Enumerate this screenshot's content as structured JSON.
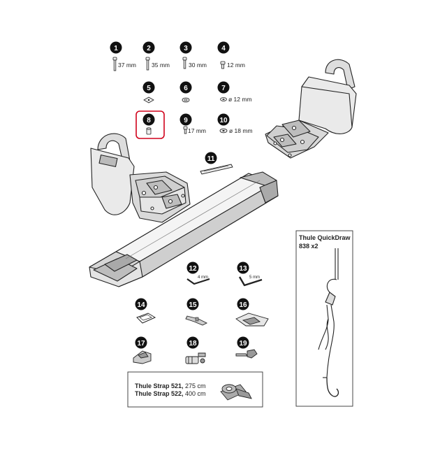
{
  "parts": {
    "p1": {
      "num": "1",
      "label": "37 mm"
    },
    "p2": {
      "num": "2",
      "label": "35 mm"
    },
    "p3": {
      "num": "3",
      "label": "30 mm"
    },
    "p4": {
      "num": "4",
      "label": "12 mm"
    },
    "p5": {
      "num": "5",
      "label": ""
    },
    "p6": {
      "num": "6",
      "label": ""
    },
    "p7": {
      "num": "7",
      "label": "ø 12 mm"
    },
    "p8": {
      "num": "8",
      "label": ""
    },
    "p9": {
      "num": "9",
      "label": "17 mm"
    },
    "p10": {
      "num": "10",
      "label": "ø 18 mm"
    },
    "p11": {
      "num": "11",
      "label": ""
    },
    "p12": {
      "num": "12",
      "label": "4 mm"
    },
    "p13": {
      "num": "13",
      "label": "5 mm"
    },
    "p14": {
      "num": "14",
      "label": ""
    },
    "p15": {
      "num": "15",
      "label": ""
    },
    "p16": {
      "num": "16",
      "label": ""
    },
    "p17": {
      "num": "17",
      "label": ""
    },
    "p18": {
      "num": "18",
      "label": ""
    },
    "p19": {
      "num": "19",
      "label": ""
    }
  },
  "strap_box": {
    "line1_name": "Thule Strap 521,",
    "line1_len": " 275 cm",
    "line2_name": "Thule Strap 522,",
    "line2_len": " 400 cm"
  },
  "quickdraw_box": {
    "title": "Thule QuickDraw",
    "subtitle": "838 x2"
  },
  "highlight_color": "#d0021b"
}
